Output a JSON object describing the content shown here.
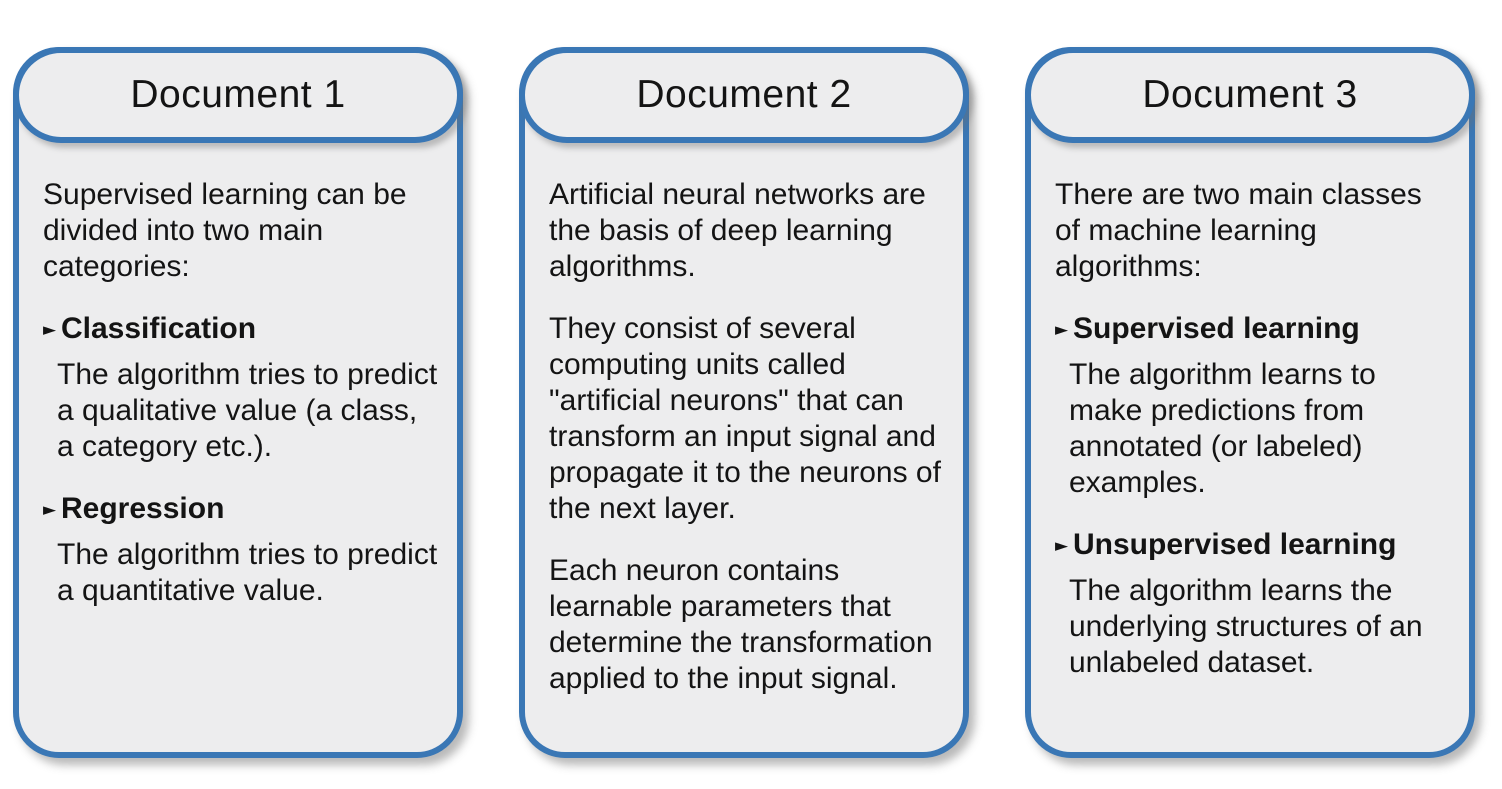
{
  "colors": {
    "border_blue": "#3A77B5",
    "card_fill": "#EDEDEE",
    "text": "#141414",
    "background": "#ffffff"
  },
  "icons": {
    "bullet": {
      "name": "right-triangle-bullet-icon",
      "glyph": "►"
    }
  },
  "cards": [
    {
      "title": "Document 1",
      "blocks": [
        {
          "type": "p",
          "text": "Supervised learning can be divided into two main categories:"
        },
        {
          "type": "bullet",
          "label": "Classification",
          "desc": "The algorithm tries to predict a qualitative value (a class, a category etc.)."
        },
        {
          "type": "bullet",
          "label": "Regression",
          "desc": "The algorithm tries to predict a quantitative value."
        }
      ]
    },
    {
      "title": "Document 2",
      "blocks": [
        {
          "type": "p",
          "text": "Artificial neural networks are the basis of deep learning algorithms."
        },
        {
          "type": "p",
          "text": "They consist of several computing units called \"artificial neurons\" that can transform an input signal and propagate it to the neurons of the next layer."
        },
        {
          "type": "p",
          "text": "Each neuron contains learnable parameters that determine the transformation applied to the input signal."
        }
      ]
    },
    {
      "title": "Document 3",
      "blocks": [
        {
          "type": "p",
          "text": "There are two main classes of machine learning algorithms:"
        },
        {
          "type": "bullet",
          "label": "Supervised learning",
          "desc": "The algorithm learns to make predictions from annotated (or labeled) examples."
        },
        {
          "type": "bullet",
          "label": "Unsupervised learning",
          "desc": "The algorithm learns the underlying structures of an unlabeled dataset."
        }
      ]
    }
  ]
}
